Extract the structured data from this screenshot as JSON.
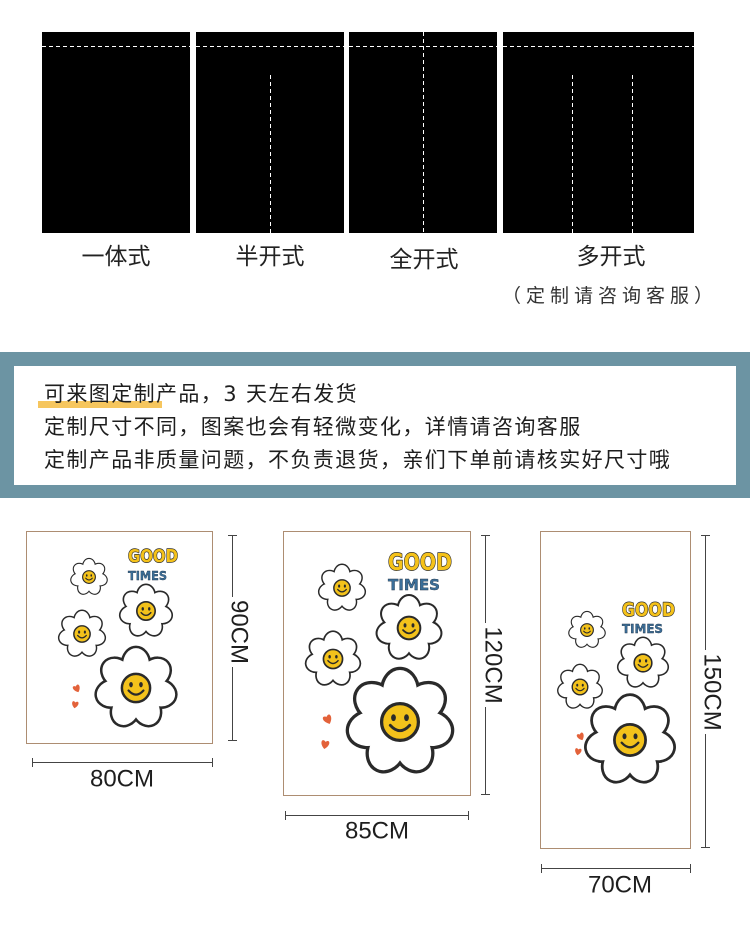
{
  "curtain_styles": {
    "items": [
      {
        "label": "一体式"
      },
      {
        "label": "半开式"
      },
      {
        "label": "全开式"
      },
      {
        "label": "多开式"
      }
    ],
    "note": "（定制请咨询客服）"
  },
  "notice": {
    "lines": [
      "可来图定制产品，3 天左右发货",
      "定制尺寸不同，图案也会有轻微变化，详情请咨询客服",
      "定制产品非质量问题，不负责退货，亲们下单前请核实好尺寸哦"
    ]
  },
  "size_options": [
    {
      "width": "80CM",
      "height": "90CM"
    },
    {
      "width": "85CM",
      "height": "120CM"
    },
    {
      "width": "70CM",
      "height": "150CM"
    }
  ],
  "decal_text": {
    "top": "GOOD",
    "bottom": "TIMES"
  },
  "icons": [
    "daisy-smiley-icon",
    "heart-icon"
  ],
  "colors": {
    "panel": "#000000",
    "band": "#6c94a3",
    "highlight": "#f6c65e",
    "frame_border": "#ad8d72",
    "dimension_line": "#444444",
    "flower_center": "#f3c21b",
    "decal_yellow": "#f5c21a",
    "decal_blue": "#3b6e98",
    "heart": "#e3623a"
  }
}
